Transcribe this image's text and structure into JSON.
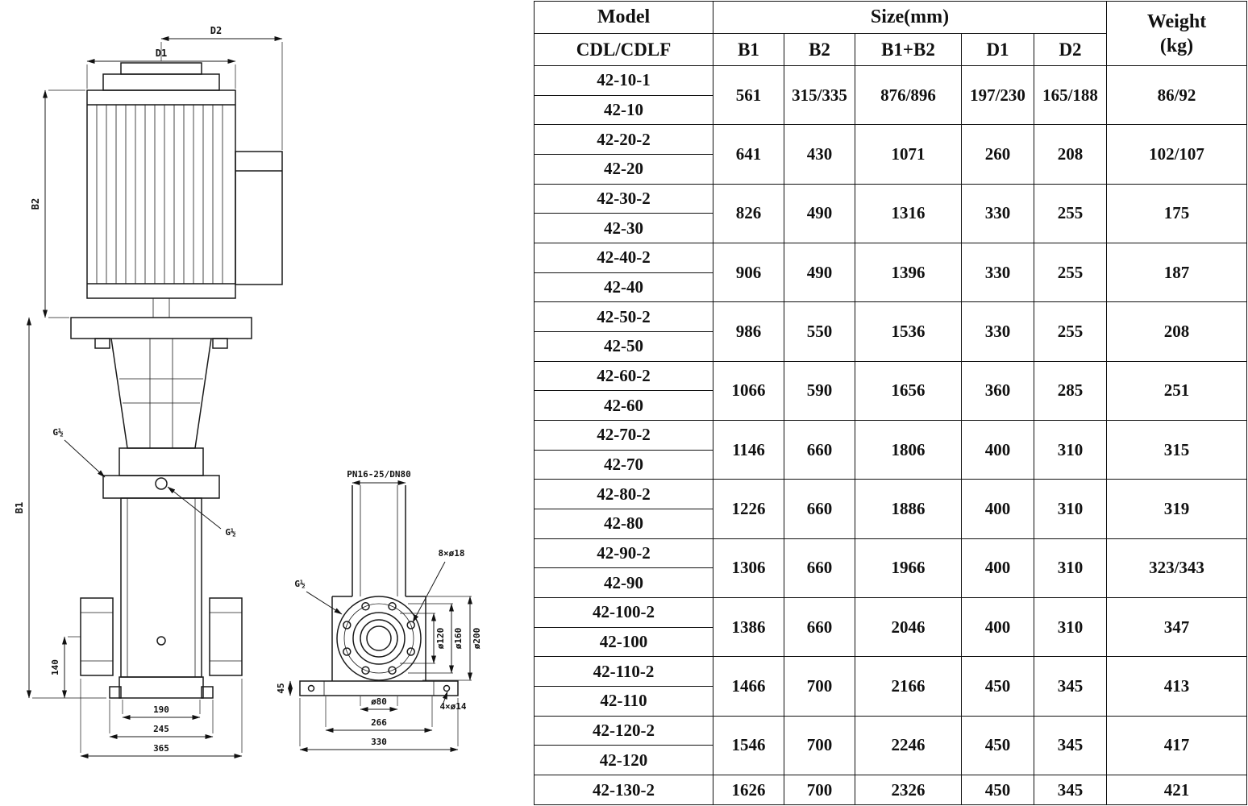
{
  "drawing": {
    "front": {
      "dim_d2": "D2",
      "dim_d1": "D1",
      "dim_b2": "B2",
      "dim_b1": "B1",
      "dim_140": "140",
      "dim_190": "190",
      "dim_245": "245",
      "dim_365": "365",
      "port_top": "G½",
      "port_mid": "G½"
    },
    "flange": {
      "pn_label": "PN16-25/DN80",
      "bolt_label": "8×ø18",
      "dia_120": "ø120",
      "dia_160": "ø160",
      "dia_200": "ø200",
      "dia_80": "ø80",
      "base_bolt_label": "4×ø14",
      "dim_266": "266",
      "dim_330": "330",
      "dim_45": "45",
      "port": "G½"
    }
  },
  "table": {
    "header": {
      "model": "Model",
      "model_sub": "CDL/CDLF",
      "size": "Size(mm)",
      "weight_line1": "Weight",
      "weight_line2": "(kg)",
      "size_cols": [
        "B1",
        "B2",
        "B1+B2",
        "D1",
        "D2"
      ]
    },
    "groups": [
      {
        "models": [
          "42-10-1",
          "42-10"
        ],
        "b1": "561",
        "b2": "315/335",
        "b1b2": "876/896",
        "d1": "197/230",
        "d2": "165/188",
        "weight": "86/92"
      },
      {
        "models": [
          "42-20-2",
          "42-20"
        ],
        "b1": "641",
        "b2": "430",
        "b1b2": "1071",
        "d1": "260",
        "d2": "208",
        "weight": "102/107"
      },
      {
        "models": [
          "42-30-2",
          "42-30"
        ],
        "b1": "826",
        "b2": "490",
        "b1b2": "1316",
        "d1": "330",
        "d2": "255",
        "weight": "175"
      },
      {
        "models": [
          "42-40-2",
          "42-40"
        ],
        "b1": "906",
        "b2": "490",
        "b1b2": "1396",
        "d1": "330",
        "d2": "255",
        "weight": "187"
      },
      {
        "models": [
          "42-50-2",
          "42-50"
        ],
        "b1": "986",
        "b2": "550",
        "b1b2": "1536",
        "d1": "330",
        "d2": "255",
        "weight": "208"
      },
      {
        "models": [
          "42-60-2",
          "42-60"
        ],
        "b1": "1066",
        "b2": "590",
        "b1b2": "1656",
        "d1": "360",
        "d2": "285",
        "weight": "251"
      },
      {
        "models": [
          "42-70-2",
          "42-70"
        ],
        "b1": "1146",
        "b2": "660",
        "b1b2": "1806",
        "d1": "400",
        "d2": "310",
        "weight": "315"
      },
      {
        "models": [
          "42-80-2",
          "42-80"
        ],
        "b1": "1226",
        "b2": "660",
        "b1b2": "1886",
        "d1": "400",
        "d2": "310",
        "weight": "319"
      },
      {
        "models": [
          "42-90-2",
          "42-90"
        ],
        "b1": "1306",
        "b2": "660",
        "b1b2": "1966",
        "d1": "400",
        "d2": "310",
        "weight": "323/343"
      },
      {
        "models": [
          "42-100-2",
          "42-100"
        ],
        "b1": "1386",
        "b2": "660",
        "b1b2": "2046",
        "d1": "400",
        "d2": "310",
        "weight": "347"
      },
      {
        "models": [
          "42-110-2",
          "42-110"
        ],
        "b1": "1466",
        "b2": "700",
        "b1b2": "2166",
        "d1": "450",
        "d2": "345",
        "weight": "413"
      },
      {
        "models": [
          "42-120-2",
          "42-120"
        ],
        "b1": "1546",
        "b2": "700",
        "b1b2": "2246",
        "d1": "450",
        "d2": "345",
        "weight": "417"
      },
      {
        "models": [
          "42-130-2"
        ],
        "b1": "1626",
        "b2": "700",
        "b1b2": "2326",
        "d1": "450",
        "d2": "345",
        "weight": "421"
      }
    ]
  }
}
